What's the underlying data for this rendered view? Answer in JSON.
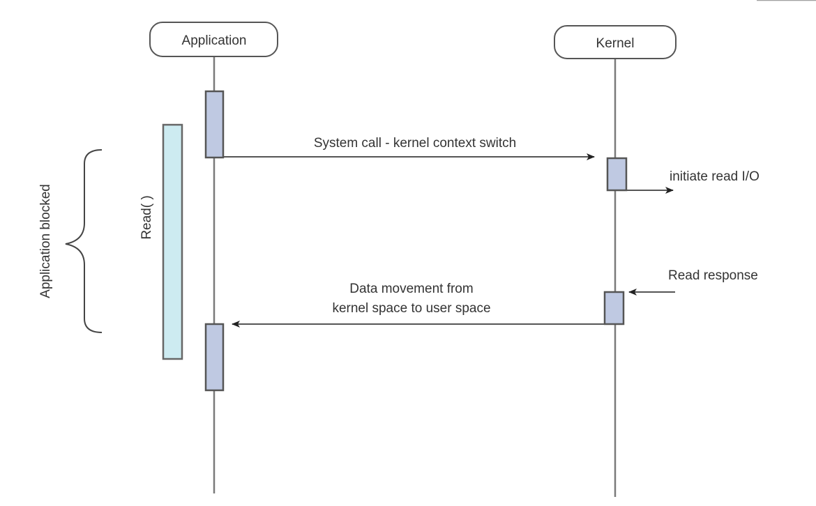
{
  "diagram": {
    "type": "sequence-diagram",
    "participants": [
      {
        "id": "application",
        "label": "Application"
      },
      {
        "id": "kernel",
        "label": "Kernel"
      }
    ],
    "messages": [
      {
        "from": "application",
        "to": "kernel",
        "label": "System call - kernel context switch"
      },
      {
        "from": "kernel",
        "to": "external",
        "label": "initiate read I/O"
      },
      {
        "from": "external",
        "to": "kernel",
        "label": "Read response"
      },
      {
        "from": "kernel",
        "to": "application",
        "label_line1": "Data movement from",
        "label_line2": "kernel space to user space"
      }
    ],
    "read_call_label": "Read( )",
    "blocked_label": "Application blocked"
  },
  "colors": {
    "activation_fill": "#bfc9e2",
    "read_bar_fill": "#cdebf1",
    "line": "#7a7a7a",
    "border": "#555555",
    "text": "#333333"
  }
}
